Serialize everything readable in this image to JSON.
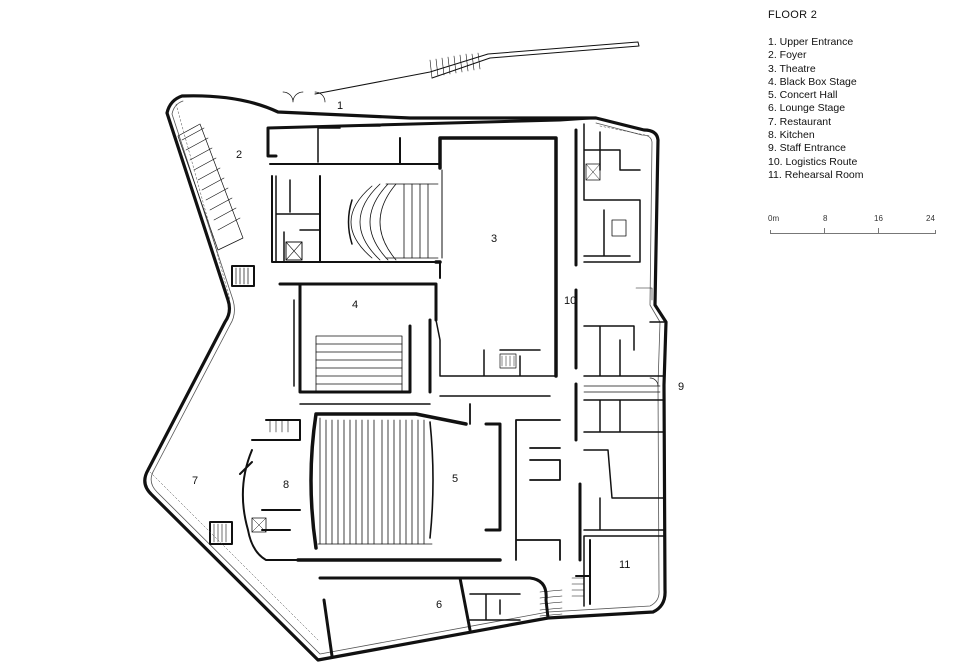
{
  "floor_title": "FLOOR  2",
  "legend": [
    "1. Upper Entrance",
    "2. Foyer",
    "3. Theatre",
    "4. Black Box Stage",
    "5. Concert Hall",
    "6. Lounge Stage",
    "7. Restaurant",
    "8. Kitchen",
    "9. Staff Entrance",
    "10. Logistics Route",
    "11. Rehearsal Room"
  ],
  "scale": {
    "labels": [
      "0m",
      "8",
      "16",
      "24"
    ]
  },
  "rooms": [
    {
      "num": "1"
    },
    {
      "num": "2"
    },
    {
      "num": "3"
    },
    {
      "num": "4"
    },
    {
      "num": "5"
    },
    {
      "num": "6"
    },
    {
      "num": "7"
    },
    {
      "num": "8"
    },
    {
      "num": "9"
    },
    {
      "num": "10"
    },
    {
      "num": "11"
    }
  ]
}
